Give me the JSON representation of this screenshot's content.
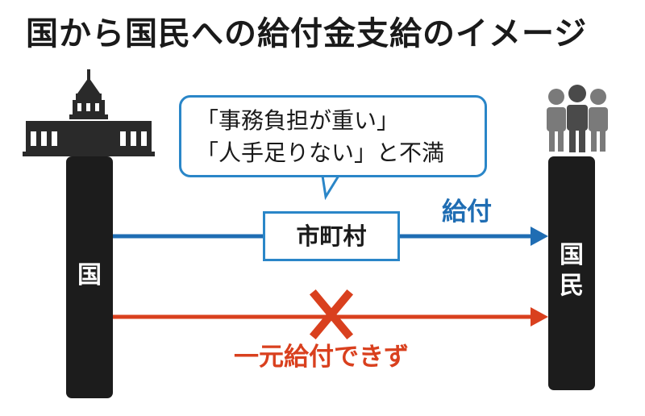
{
  "title": "国から国民への給付金支給のイメージ",
  "government": {
    "label": "国",
    "icon": "parliament-building-icon"
  },
  "citizens": {
    "label": "国民",
    "icon": "people-icon"
  },
  "municipality": {
    "label": "市町村"
  },
  "complaint": {
    "line1": "「事務負担が重い」",
    "line2": "「人手足りない」と不満"
  },
  "benefit_label": "給付",
  "failed_label": "一元給付できず",
  "colors": {
    "blue": "#1f6db3",
    "blue_border": "#2a86c8",
    "red": "#d9401e",
    "pillar": "#1c1c1c",
    "icon_gray": "#7a7a7a",
    "building": "#2a2a2a"
  }
}
